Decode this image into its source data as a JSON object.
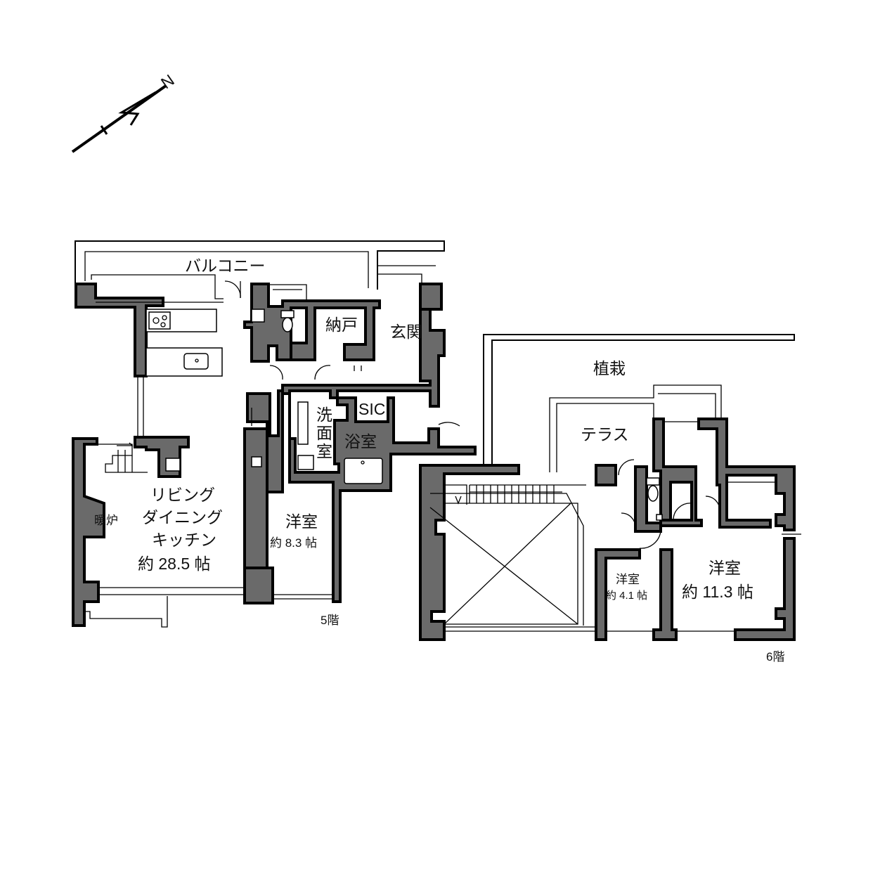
{
  "compass": {
    "label": "N"
  },
  "floor5": {
    "floor_label": "5階",
    "rooms": {
      "balcony": "バルコニー",
      "storage": "納戸",
      "entrance": "玄関",
      "sic": "SIC",
      "washroom": [
        "洗",
        "面",
        "室"
      ],
      "bath": "浴室",
      "fireplace": "暖炉",
      "ldk_line1": "リビング",
      "ldk_line2": "ダイニング",
      "ldk_line3": "キッチン",
      "ldk_size": "約 28.5 帖",
      "western_room": "洋室",
      "western_room_size": "約 8.3 帖"
    }
  },
  "floor6": {
    "floor_label": "6階",
    "rooms": {
      "planting": "植栽",
      "terrace": "テラス",
      "western_small": "洋室",
      "western_small_size": "約 4.1 帖",
      "western_large": "洋室",
      "western_large_size": "約 11.3 帖"
    }
  }
}
